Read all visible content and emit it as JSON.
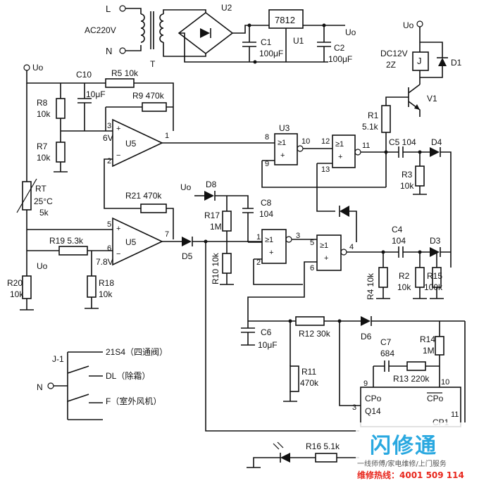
{
  "supply": {
    "L": "L",
    "N": "N",
    "ac": "AC220V",
    "T": "T",
    "U2": "U2",
    "U1": "U1",
    "reg": "7812",
    "C1": "C1",
    "C1v": "100μF",
    "C2": "C2",
    "C2v": "100μF",
    "Uo": "Uo"
  },
  "relay": {
    "Uo": "Uo",
    "model": "DC12V",
    "model2": "2Z",
    "J": "J",
    "D1": "D1",
    "V1": "V1"
  },
  "sense": {
    "Uo": "Uo",
    "C10": "C10",
    "R5": "R5 10k",
    "C10v": "10μF",
    "R9": "R9 470k",
    "R8": "R8",
    "R8v": "10k",
    "R7": "R7",
    "R7v": "10k",
    "v6": "6V",
    "U5": "U5",
    "RT": "RT",
    "RTt": "25°C",
    "RTv": "5k",
    "R21": "R21 470k",
    "R19": "R19 5.3k",
    "Uo2": "Uo",
    "v78": "7.8V",
    "R20": "R20",
    "R20v": "10k",
    "R18": "R18",
    "R18v": "10k",
    "U5b": "U5",
    "D5": "D5"
  },
  "logic": {
    "U3": "U3",
    "R1": "R1",
    "R1v": "5.1k",
    "C5": "C5 104",
    "D4": "D4",
    "R3": "R3",
    "R3v": "10k",
    "Uo": "Uo",
    "D8": "D8",
    "C8": "C8",
    "C8v": "104",
    "R17": "R17",
    "R17v": "1M",
    "R10": "R10 10k",
    "C4": "C4",
    "C4v": "104",
    "D3": "D3",
    "R4": "R4 10k",
    "R2": "R2",
    "R2v": "10k",
    "R15": "R15",
    "R15v": "100k",
    "gate": "≥1"
  },
  "timer": {
    "C6": "C6",
    "C6v": "10μF",
    "R12": "R12 30k",
    "D6": "D6",
    "C7": "C7",
    "C7v": "684",
    "R14": "R14",
    "R14v": "1M",
    "R11": "R11",
    "R11v": "470k",
    "R13": "R13 220k",
    "cpo": "CPo",
    "cpo2": "CPo",
    "q14": "Q14",
    "cp1": "CP1",
    "R16": "R16 5.1k"
  },
  "outputs": {
    "J1": "J-1",
    "N": "N",
    "o1": "21S4（四通阀）",
    "o2": "DL（除霜）",
    "o3": "F（室外风机）"
  },
  "pins": [
    "3",
    "2",
    "1",
    "5",
    "6",
    "7",
    "8",
    "9",
    "10",
    "12",
    "13",
    "11",
    "1",
    "2",
    "3",
    "5",
    "6",
    "4",
    "9",
    "10",
    "11",
    "3"
  ],
  "watermark": {
    "name": "闪修通",
    "sub": "一线师傅/家电维修/上门服务",
    "hot": "维修热线：4001 509 114"
  }
}
